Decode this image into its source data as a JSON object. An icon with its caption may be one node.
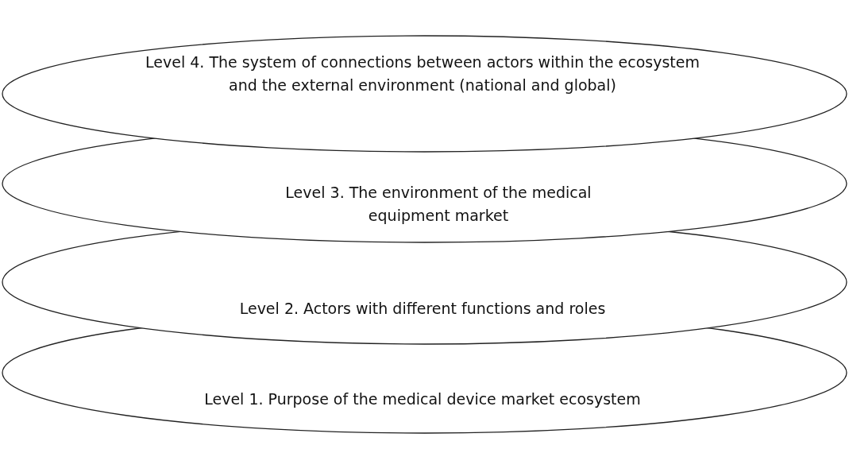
{
  "diagram": {
    "nodes": [
      {
        "text": [
          "Level 4. The system of connections between actors within the ecosystem and the external environment (national and global)"
        ]
      },
      {
        "text": [
          "Level 3. The environment of the medical equipment market"
        ]
      },
      {
        "text": [
          "Level 2. Actors with different functions and roles"
        ]
      },
      {
        "text": [
          "Level 1. Purpose of the medical device market ecosystem"
        ]
      }
    ]
  }
}
